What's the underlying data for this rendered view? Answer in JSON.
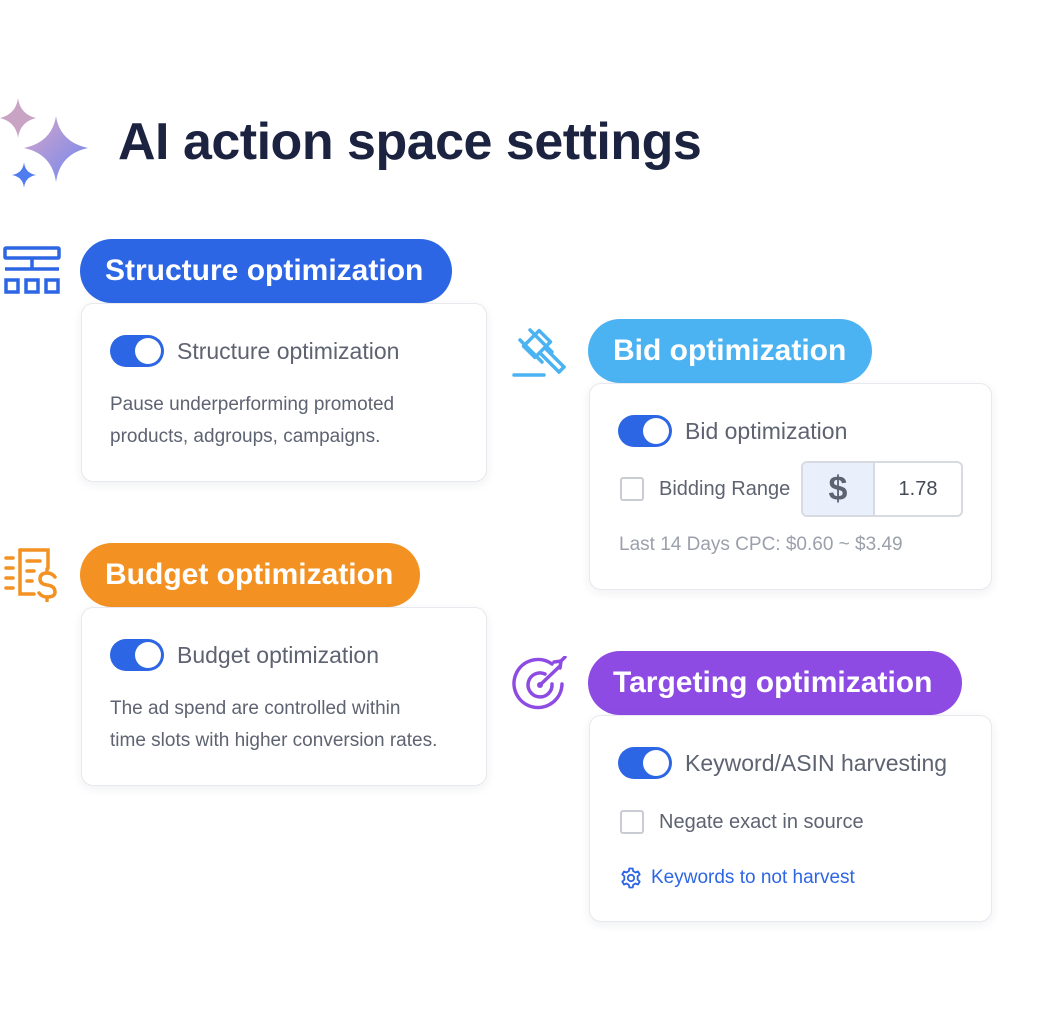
{
  "title": "AI action space settings",
  "colors": {
    "structure": "#2d66e4",
    "bid": "#4cb3f3",
    "budget": "#f39223",
    "targeting": "#8d4be3",
    "toggle_on": "#2d66e4"
  },
  "sections": {
    "structure": {
      "icon": "sitemap-icon",
      "heading": "Structure optimization",
      "toggle_label": "Structure optimization",
      "toggle_on": true,
      "description_line1": "Pause underperforming promoted",
      "description_line2": "products, adgroups, campaigns."
    },
    "bid": {
      "icon": "gavel-icon",
      "heading": "Bid optimization",
      "toggle_label": "Bid optimization",
      "toggle_on": true,
      "checkbox_label": "Bidding Range",
      "checkbox_checked": false,
      "currency_symbol": "$",
      "bid_value": "1.78",
      "cpc_note": "Last 14 Days CPC: $0.60 ~ $3.49"
    },
    "budget": {
      "icon": "invoice-dollar-icon",
      "heading": "Budget optimization",
      "toggle_label": "Budget optimization",
      "toggle_on": true,
      "description_line1": "The ad spend are controlled within",
      "description_line2": "time slots with higher conversion rates."
    },
    "targeting": {
      "icon": "target-icon",
      "heading": "Targeting optimization",
      "toggle_label": "Keyword/ASIN harvesting",
      "toggle_on": true,
      "checkbox_label": "Negate exact in source",
      "checkbox_checked": false,
      "link_label": "Keywords to not harvest",
      "link_icon": "gear-icon"
    }
  }
}
